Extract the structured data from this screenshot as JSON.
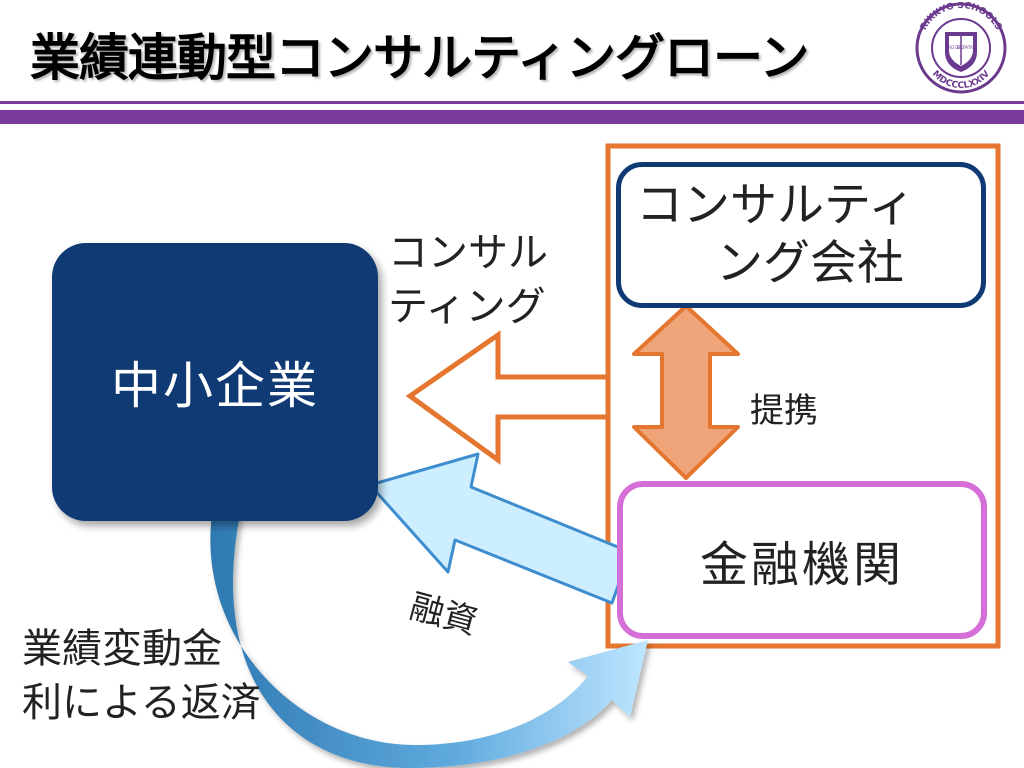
{
  "title": "業績連動型コンサルティングローン",
  "logo": {
    "text_top": "RIKKYO SCHOOLS",
    "text_bottom": "MDCCCLXXIV",
    "shield_left": "PRO DEO",
    "shield_right": "ET PATRIA",
    "color": "#6b3a8e"
  },
  "nodes": {
    "sme": "中小企業",
    "consulting_firm_line1": "コンサルティ",
    "consulting_firm_line2": "ング会社",
    "financial_institution": "金融機関"
  },
  "edges": {
    "consulting_line1": "コンサル",
    "consulting_line2": "ティング",
    "partnership": "提携",
    "financing": "融資",
    "repayment_line1": "業績変動金",
    "repayment_line2": "利による返済"
  },
  "colors": {
    "navy": "#0f3a73",
    "orange": "#e4762f",
    "orange_fill": "#f0a47a",
    "pink": "#d56fd8",
    "light_blue": "#cdeeff",
    "purple": "#7a3a9a"
  }
}
